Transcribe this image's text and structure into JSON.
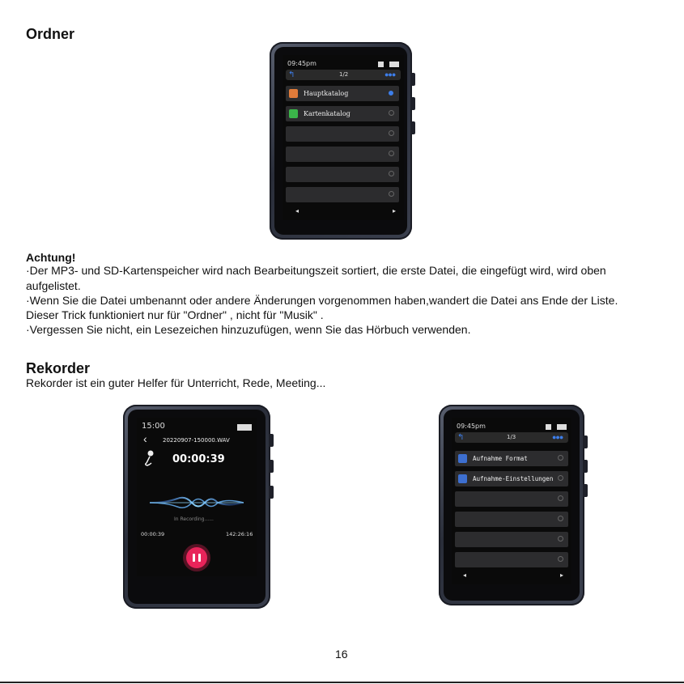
{
  "folder_section": {
    "heading": "Ordner"
  },
  "note": {
    "title": "Achtung!",
    "line1": "·Der MP3- und SD-Kartenspeicher wird nach Bearbeitungszeit sortiert, die erste Datei, die eingefügt wird, wird oben",
    "line2": "aufgelistet.",
    "line3": "·Wenn Sie die Datei umbenannt oder andere Änderungen vorgenommen haben,wandert die Datei ans Ende der Liste.",
    "line4": "Dieser Trick funktioniert nur für \"Ordner\" , nicht für \"Musik\" .",
    "line5": "·Vergessen Sie nicht, ein Lesezeichen hinzuzufügen, wenn Sie das Hörbuch verwenden."
  },
  "recorder_section": {
    "heading": "Rekorder",
    "subtitle": "Rekorder ist ein guter Helfer für Unterricht, Rede, Meeting..."
  },
  "device_folder": {
    "time": "09:45pm",
    "page": "1/2",
    "back_icon": "back-arrow-icon",
    "more_icon": "more-dots-icon",
    "items": [
      {
        "label": "Hauptkatalog",
        "icon": "folder-icon",
        "icon_color": "#e07b3a",
        "selected": true
      },
      {
        "label": "Kartenkatalog",
        "icon": "sd-card-icon",
        "icon_color": "#3bb54a",
        "selected": false
      },
      {
        "label": "",
        "selected": false
      },
      {
        "label": "",
        "selected": false
      },
      {
        "label": "",
        "selected": false
      },
      {
        "label": "",
        "selected": false
      }
    ],
    "prev": "◂",
    "next": "▸"
  },
  "device_recording": {
    "time": "15:00",
    "filename": "20220907-150000.WAV",
    "elapsed": "00:00:39",
    "status": "In Recording......",
    "position": "00:00:39",
    "remaining": "142:26:16",
    "pause_color": "#e8245a"
  },
  "device_record_settings": {
    "time": "09:45pm",
    "page": "1/3",
    "items": [
      {
        "label": "Aufnahme Format",
        "icon_color": "#3d6fd0"
      },
      {
        "label": "Aufnahme-Einstellungen",
        "icon_color": "#3d6fd0"
      },
      {
        "label": ""
      },
      {
        "label": ""
      },
      {
        "label": ""
      },
      {
        "label": ""
      }
    ],
    "prev": "◂",
    "next": "▸"
  },
  "page_number": "16",
  "accent_color": "#3d7eea"
}
